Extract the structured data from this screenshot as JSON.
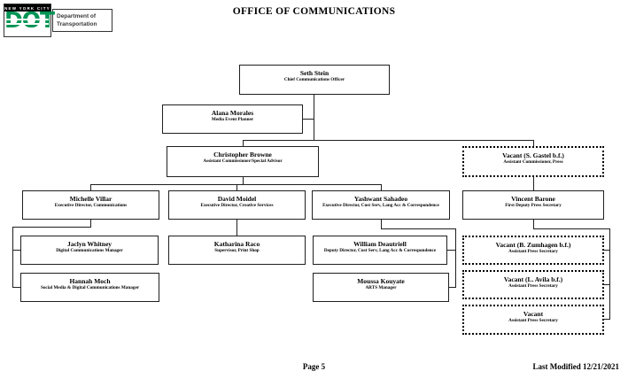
{
  "header": {
    "logo": {
      "top_text": "NEW YORK CITY",
      "dot_text": "DOT",
      "dept_line1": "Department of",
      "dept_line2": "Transportation",
      "green": "#009454"
    },
    "title": "OFFICE OF COMMUNICATIONS"
  },
  "footer": {
    "page_label": "Page 5",
    "last_modified_label": "Last Modified  12/21/2021"
  },
  "org": {
    "nodes": [
      {
        "id": "seth-stein",
        "name": "Seth Stein",
        "title": "Chief Communications Officer",
        "vacant": false
      },
      {
        "id": "alana-morales",
        "name": "Alana Morales",
        "title": "Media Event Planner",
        "vacant": false
      },
      {
        "id": "christopher-browne",
        "name": "Christopher Browne",
        "title": "Assistant Commissioner/Special Advisor",
        "vacant": false
      },
      {
        "id": "vacant-gastel",
        "name": "Vacant (S. Gastel b.f.)",
        "title": "Assistant Commissioner, Press",
        "vacant": true
      },
      {
        "id": "michelle-villar",
        "name": "Michelle Villar",
        "title": "Executive Director, Communications",
        "vacant": false
      },
      {
        "id": "david-moidel",
        "name": "David Moidel",
        "title": "Executive Director, Creative Services",
        "vacant": false
      },
      {
        "id": "yashwant-sahadeo",
        "name": "Yashwant Sahadeo",
        "title": "Executive Director, Cust Serv, Lang Acc & Correspondence",
        "vacant": false
      },
      {
        "id": "vincent-barone",
        "name": "Vincent Barone",
        "title": "First Deputy Press Secretary",
        "vacant": false
      },
      {
        "id": "jaclyn-whitney",
        "name": "Jaclyn Whitney",
        "title": "Digital Communications Manager",
        "vacant": false
      },
      {
        "id": "katharina-raco",
        "name": "Katharina Raco",
        "title": "Supervisor, Print Shop",
        "vacant": false
      },
      {
        "id": "william-deautriell",
        "name": "William Deautriell",
        "title": "Deputy Director, Cust Serv, Lang Acc & Correspondence",
        "vacant": false
      },
      {
        "id": "vacant-zumhagen",
        "name": "Vacant (B. Zumhagen b.f.)",
        "title": "Assistant Press Secretary",
        "vacant": true
      },
      {
        "id": "hannah-moch",
        "name": "Hannah Moch",
        "title": "Social Media & Digital Communications Manager",
        "vacant": false
      },
      {
        "id": "moussa-kouyate",
        "name": "Moussa Kouyate",
        "title": "ARTS Manager",
        "vacant": false
      },
      {
        "id": "vacant-avila",
        "name": "Vacant (L. Avila b.f.)",
        "title": "Assistant Press Secretary",
        "vacant": true
      },
      {
        "id": "vacant-3",
        "name": "Vacant",
        "title": "Assistant Press Secretary",
        "vacant": true
      }
    ],
    "edges": [
      {
        "from": "seth-stein",
        "to": "alana-morales"
      },
      {
        "from": "seth-stein",
        "to": "christopher-browne"
      },
      {
        "from": "seth-stein",
        "to": "vacant-gastel"
      },
      {
        "from": "christopher-browne",
        "to": "michelle-villar"
      },
      {
        "from": "christopher-browne",
        "to": "david-moidel"
      },
      {
        "from": "christopher-browne",
        "to": "yashwant-sahadeo"
      },
      {
        "from": "vacant-gastel",
        "to": "vincent-barone"
      },
      {
        "from": "michelle-villar",
        "to": "jaclyn-whitney"
      },
      {
        "from": "michelle-villar",
        "to": "hannah-moch"
      },
      {
        "from": "david-moidel",
        "to": "katharina-raco"
      },
      {
        "from": "yashwant-sahadeo",
        "to": "william-deautriell"
      },
      {
        "from": "yashwant-sahadeo",
        "to": "moussa-kouyate"
      },
      {
        "from": "vincent-barone",
        "to": "vacant-zumhagen"
      },
      {
        "from": "vincent-barone",
        "to": "vacant-avila"
      },
      {
        "from": "vincent-barone",
        "to": "vacant-3"
      }
    ]
  }
}
